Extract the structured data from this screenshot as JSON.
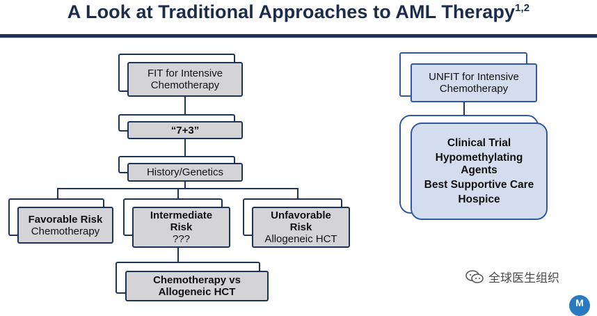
{
  "title": {
    "text": "A Look at Traditional Approaches to AML Therapy",
    "superscript": "1,2"
  },
  "fit": {
    "label_line1": "FIT for Intensive",
    "label_line2": "Chemotherapy",
    "induction": "“7+3”",
    "history": "History/Genetics",
    "favorable_title": "Favorable Risk",
    "favorable_sub": "Chemotherapy",
    "intermediate_title_line1": "Intermediate",
    "intermediate_title_line2": "Risk",
    "intermediate_sub": "???",
    "unfavorable_title_line1": "Unfavorable",
    "unfavorable_title_line2": "Risk",
    "unfavorable_sub": "Allogeneic HCT",
    "decision_line1": "Chemotherapy vs",
    "decision_line2": "Allogeneic HCT"
  },
  "unfit": {
    "label_line1": "UNFIT for Intensive",
    "label_line2": "Chemotherapy",
    "options": [
      "Clinical Trial",
      "Hypomethylating",
      "Agents",
      "Best Supportive Care",
      "Hospice"
    ]
  },
  "watermark": {
    "text": "全球医生组织"
  },
  "colors": {
    "navy": "#1e3358",
    "box_gray": "#d4d4d6",
    "box_blue": "#d3ddee",
    "blue_border": "#2f5aa2"
  }
}
